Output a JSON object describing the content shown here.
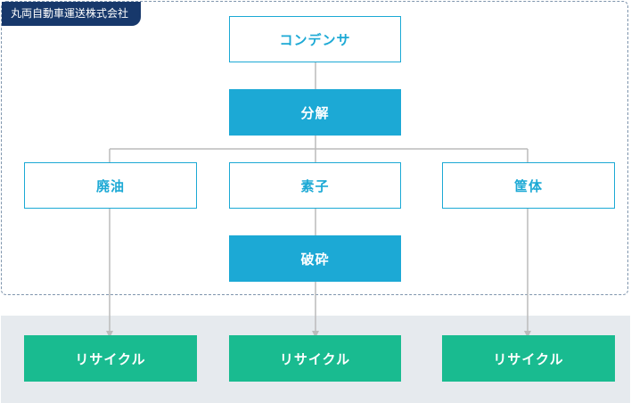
{
  "company": {
    "name": "丸両自動車運送株式会社"
  },
  "nodes": {
    "condenser": "コンデンサ",
    "disassembly": "分解",
    "waste_oil": "廃油",
    "element": "素子",
    "casing": "筐体",
    "crushing": "破砕"
  },
  "recycle": {
    "left": "リサイクル",
    "center": "リサイクル",
    "right": "リサイクル"
  },
  "colors": {
    "company_tag": "#17386b",
    "frame_border": "#7f95ad",
    "accent_blue": "#1ca9d5",
    "recycle_green": "#19bb90",
    "connector_gray": "#bbbbbb",
    "band_background": "#e6eaee"
  }
}
